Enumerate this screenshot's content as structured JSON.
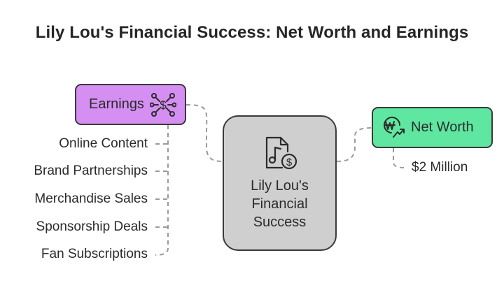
{
  "title": "Lily Lou's Financial Success: Net Worth and Earnings",
  "center": {
    "lines": [
      "Lily Lou's",
      "Financial",
      "Success"
    ],
    "icon": "music-file-dollar-icon"
  },
  "earnings": {
    "label": "Earnings",
    "icon": "network-dollar-icon",
    "color": "#d58ff2",
    "items": [
      "Online Content",
      "Brand Partnerships",
      "Merchandise Sales",
      "Sponsorship Deals",
      "Fan Subscriptions"
    ]
  },
  "net_worth": {
    "label": "Net Worth",
    "icon": "won-coin-growth-icon",
    "color": "#5fe7a1",
    "items": [
      "$2 Million"
    ]
  }
}
